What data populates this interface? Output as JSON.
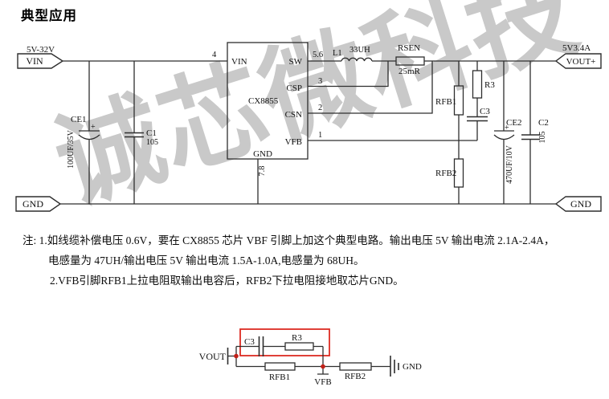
{
  "title": "典型应用",
  "watermark": "诚芯微科技",
  "main": {
    "input_rating": "5V-32V",
    "vin_terminal": "VIN",
    "output_rating": "5V3.4A",
    "vout_terminal": "VOUT+",
    "gnd_terminal_left": "GND",
    "gnd_terminal_right": "GND",
    "chip": {
      "part": "CX8855",
      "pins": {
        "vin": "VIN",
        "sw": "SW",
        "csp": "CSP",
        "csn": "CSN",
        "vfb": "VFB",
        "gnd": "GND"
      },
      "pin_numbers": {
        "vin": "4",
        "sw": "5.6",
        "csp": "3",
        "csn": "2",
        "vfb": "1",
        "gnd": "7.8"
      }
    },
    "ce1": {
      "ref": "CE1",
      "value": "100UF/35V",
      "polarity": "+"
    },
    "c1": {
      "ref": "C1",
      "value": "105"
    },
    "l1": {
      "ref": "L1",
      "value": "33UH"
    },
    "rsen": {
      "ref": "RSEN",
      "value": "25mR"
    },
    "rfb1": {
      "ref": "RFB1"
    },
    "rfb2": {
      "ref": "RFB2"
    },
    "r3": {
      "ref": "R3"
    },
    "c3": {
      "ref": "C3"
    },
    "ce2": {
      "ref": "CE2",
      "value": "470UF/10V",
      "polarity": "+"
    },
    "c2": {
      "ref": "C2",
      "value": "105"
    }
  },
  "notes": {
    "line1": "注: 1.如线缆补偿电压 0.6V，要在 CX8855 芯片 VBF 引脚上加这个典型电路。输出电压 5V 输出电流 2.1A-2.4A，",
    "line2": "电感量为 47UH/输出电压 5V 输出电流 1.5A-1.0A,电感量为 68UH。",
    "line3": "2.VFB引脚RFB1上拉电阻取输出电容后，RFB2下拉电阻接地取芯片GND。"
  },
  "sub": {
    "vout": "VOUT",
    "c3": "C3",
    "r3": "R3",
    "rfb1": "RFB1",
    "rfb2": "RFB2",
    "vfb": "VFB",
    "gnd": "GND"
  },
  "colors": {
    "line": "#2e2e2e",
    "red": "#dd2b22",
    "watermark": "#c9c9c9"
  }
}
